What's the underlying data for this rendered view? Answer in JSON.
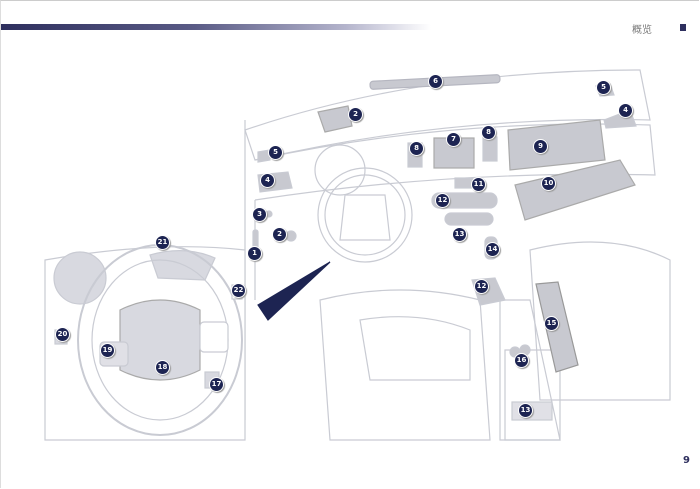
{
  "header": {
    "section_title": "概览"
  },
  "footer": {
    "page_number": "9"
  },
  "callouts": [
    "6",
    "2",
    "5",
    "4",
    "5",
    "8",
    "7",
    "8",
    "9",
    "4",
    "10",
    "11",
    "12",
    "3",
    "2",
    "13",
    "14",
    "1",
    "12",
    "21",
    "22",
    "15",
    "20",
    "19",
    "18",
    "17",
    "16",
    "13"
  ],
  "colors": {
    "brand": "#2e2f5e",
    "marker": "#1d2452",
    "highlight": "#c8c9d0",
    "line": "#c9cbd3"
  }
}
